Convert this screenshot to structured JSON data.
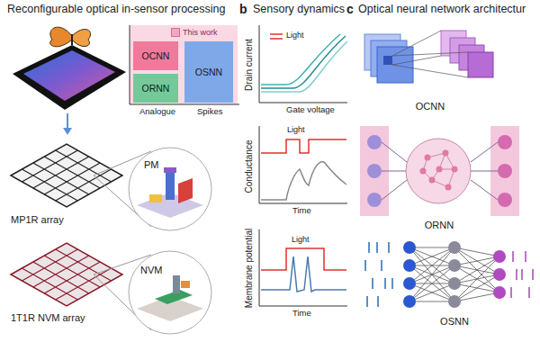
{
  "diagram": {
    "nodes": [
      {
        "text": [
          "OCNN"
        ]
      },
      {
        "text": [
          "ORNN"
        ]
      },
      {
        "text": [
          "OSNN"
        ]
      },
      {
        "text": [
          "PM"
        ]
      },
      {
        "text": [
          "NVM"
        ]
      }
    ],
    "labels": [
      "Reconfigurable optical in-sensor processing",
      "b",
      "Sensory dynamics",
      "c",
      "Optical neural network architectur",
      "Analogue",
      "Spikes",
      "MP1R array",
      "1T1R NVM array",
      "Light",
      "Drain current",
      "Gate voltage",
      "Light",
      "Conductance",
      "Time",
      "Light",
      "Membrane potential",
      "Time",
      "OCNN",
      "ORNN",
      "OSNN"
    ],
    "legend": [
      {
        "text": "This work",
        "color": "#f4a6c0"
      }
    ]
  }
}
